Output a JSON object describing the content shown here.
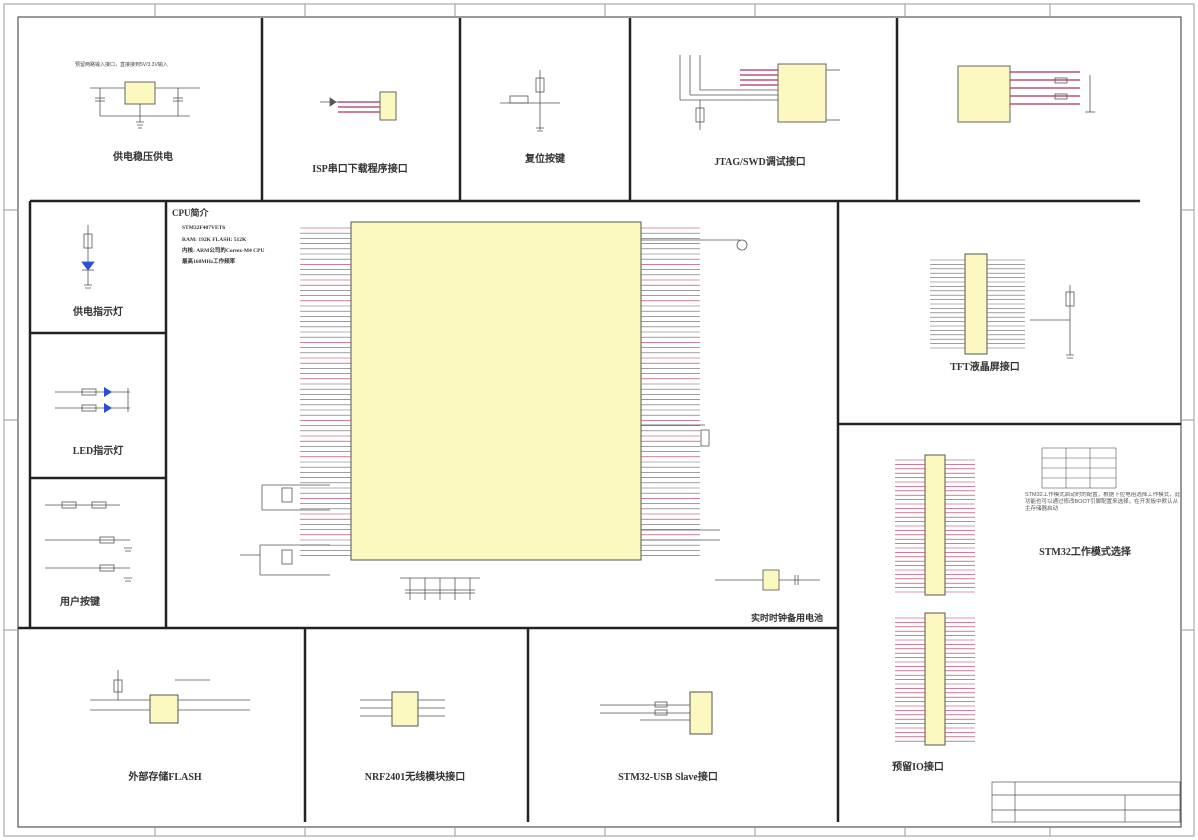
{
  "sections": {
    "power": {
      "title": "供电稳压供电",
      "note": "预留两路输入接口，直接接到5V/3.3V输入"
    },
    "isp": {
      "title": "ISP串口下载程序接口"
    },
    "reset": {
      "title": "复位按键"
    },
    "jtag": {
      "title": "JTAG/SWD调试接口"
    },
    "cpu": {
      "title": "CPU简介",
      "lines": [
        "STM32F407VET6",
        "RAM: 192K    FLASH: 512K",
        "内核: ARM公司的Cortex-M4 CPU",
        "最高168MHz工作频率"
      ]
    },
    "power_led": {
      "title": "供电指示灯"
    },
    "led": {
      "title": "LED指示灯"
    },
    "user_keys": {
      "title": "用户按键"
    },
    "tft": {
      "title": "TFT液晶屏接口"
    },
    "boot": {
      "title": "STM32工作模式选择",
      "note": "STM32工作模式启动时的配置，根据下拉电阻选择工作模式，此功能也可以通过修改BOOT引脚配置来选择，在开发板中默认从主存储器启动"
    },
    "rtc": {
      "title": "实时时钟备用电池"
    },
    "flash": {
      "title": "外部存储FLASH"
    },
    "nrf": {
      "title": "NRF2401无线模块接口"
    },
    "usb": {
      "title": "STM32-USB Slave接口"
    },
    "io": {
      "title": "预留IO接口"
    }
  },
  "colors": {
    "border": "#222222",
    "chip_fill": "#fbf8c0",
    "net_label": "#b0305a",
    "wire": "#555555"
  }
}
